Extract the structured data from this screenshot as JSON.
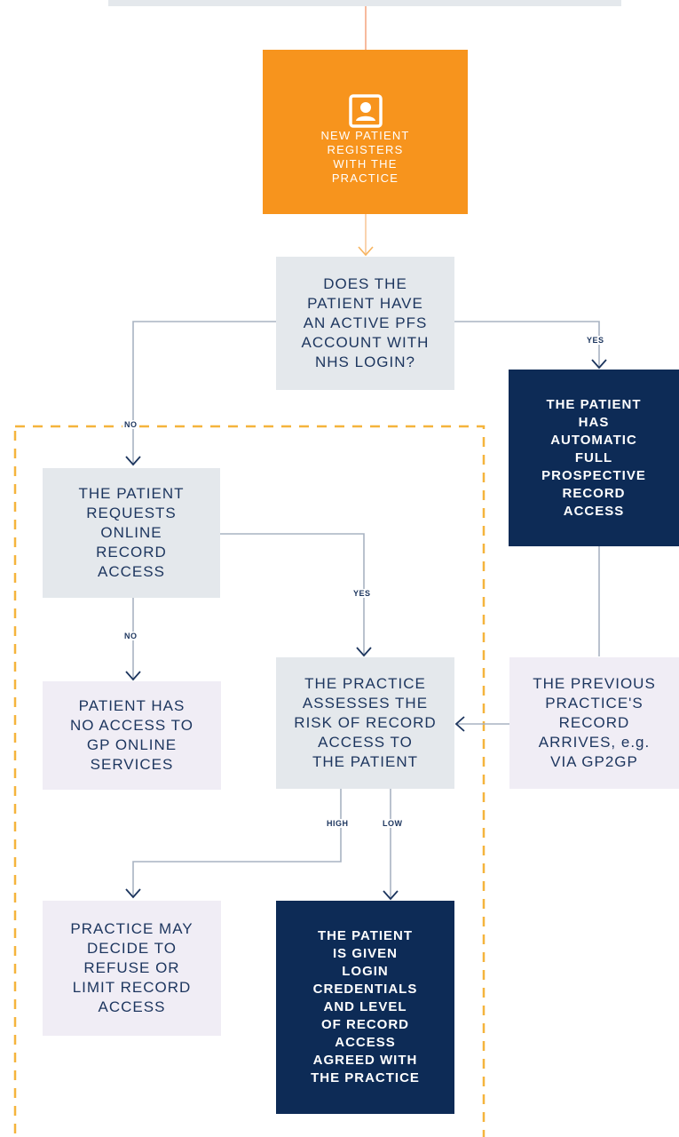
{
  "nodes": {
    "new_patient": "NEW PATIENT\nREGISTERS\nWITH THE\nPRACTICE",
    "pfs_question": "DOES THE\nPATIENT HAVE\nAN ACTIVE PFS\nACCOUNT WITH\nNHS LOGIN?",
    "auto_access": "THE PATIENT\nHAS\nAUTOMATIC\nFULL\nPROSPECTIVE\nRECORD\nACCESS",
    "requests_access": "THE PATIENT\nREQUESTS\nONLINE\nRECORD\nACCESS",
    "no_access": "PATIENT HAS\nNO ACCESS TO\nGP ONLINE\nSERVICES",
    "assess_risk": "THE PRACTICE\nASSESSES THE\nRISK OF RECORD\nACCESS TO\nTHE PATIENT",
    "previous_record": "THE PREVIOUS\nPRACTICE'S\nRECORD\nARRIVES, e.g.\nVIA GP2GP",
    "refuse_limit": "PRACTICE MAY\nDECIDE TO\nREFUSE OR\nLIMIT RECORD\nACCESS",
    "credentials": "THE PATIENT\nIS GIVEN\nLOGIN\nCREDENTIALS\nAND LEVEL\nOF RECORD\nACCESS\nAGREED WITH\nTHE PRACTICE"
  },
  "labels": {
    "yes_pfs": "YES",
    "no_pfs": "NO",
    "yes_request": "YES",
    "no_request": "NO",
    "high": "HIGH",
    "low": "LOW"
  },
  "icons": {
    "patient": "patient-profile-icon"
  },
  "colors": {
    "orange": "#f7941d",
    "navy": "#0d2b56",
    "grey": "#e4e8ec",
    "lilac": "#f0edf5",
    "dashed_border": "#f5b43c",
    "line": "#a8b3c2"
  }
}
